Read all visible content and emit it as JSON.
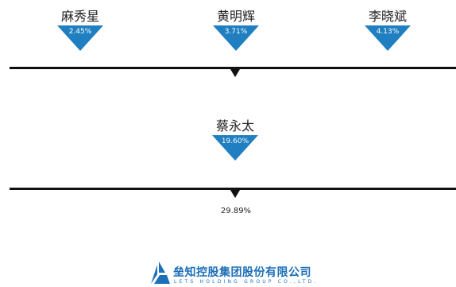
{
  "colors": {
    "triangle": "#1f7fc0",
    "line": "#111111",
    "logo": "#1d6fb8"
  },
  "top_row": [
    {
      "name": "麻秀星",
      "pct": "2.45%"
    },
    {
      "name": "黄明辉",
      "pct": "3.71%"
    },
    {
      "name": "李晓斌",
      "pct": "4.13%"
    }
  ],
  "middle": {
    "name": "蔡永太",
    "pct": "19.60%"
  },
  "bottom": {
    "pct": "29.89%"
  },
  "logo": {
    "icon": "company-logo-mark",
    "chinese": "垒知控股集团股份有限公司",
    "english": "LETS HOLDING GROUP CO.,LTD."
  }
}
